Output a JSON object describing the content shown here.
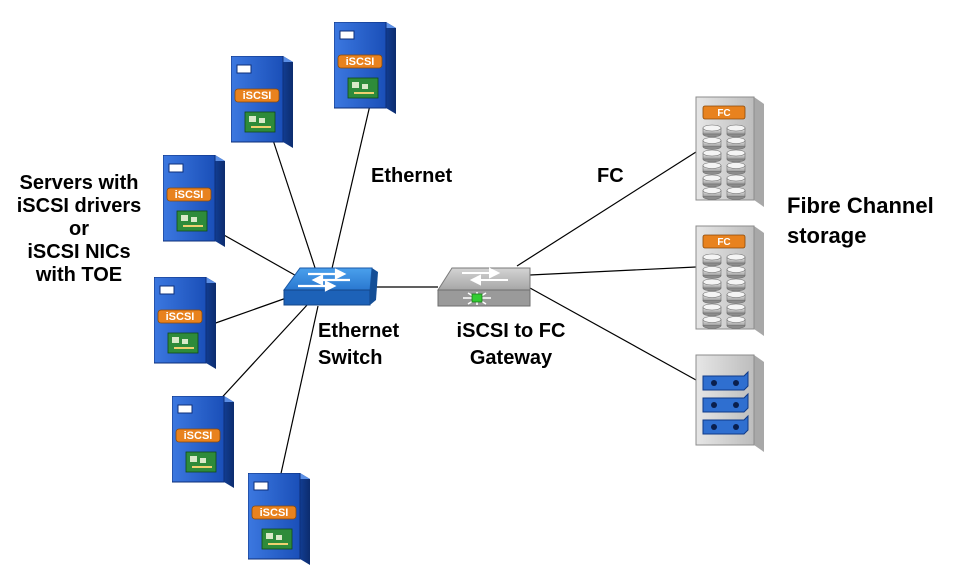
{
  "labels": {
    "servers": [
      "Servers with",
      "iSCSI drivers",
      "or",
      "iSCSI NICs",
      "with TOE"
    ],
    "ethernet": "Ethernet",
    "fc": "FC",
    "switch": [
      "Ethernet",
      "Switch"
    ],
    "gateway": [
      "iSCSI to FC",
      "Gateway"
    ],
    "storage": [
      "Fibre Channel",
      "storage"
    ]
  },
  "server_tag": "iSCSI",
  "storage_tag": "FC",
  "colors": {
    "server_blue": "#1f56c4",
    "tag_orange": "#e8821e",
    "switch_blue": "#2f7fd6",
    "gateway_gray": "#a9a9a9",
    "storage_gray": "#c8c8c8",
    "nic_green": "#2e8b3a"
  }
}
